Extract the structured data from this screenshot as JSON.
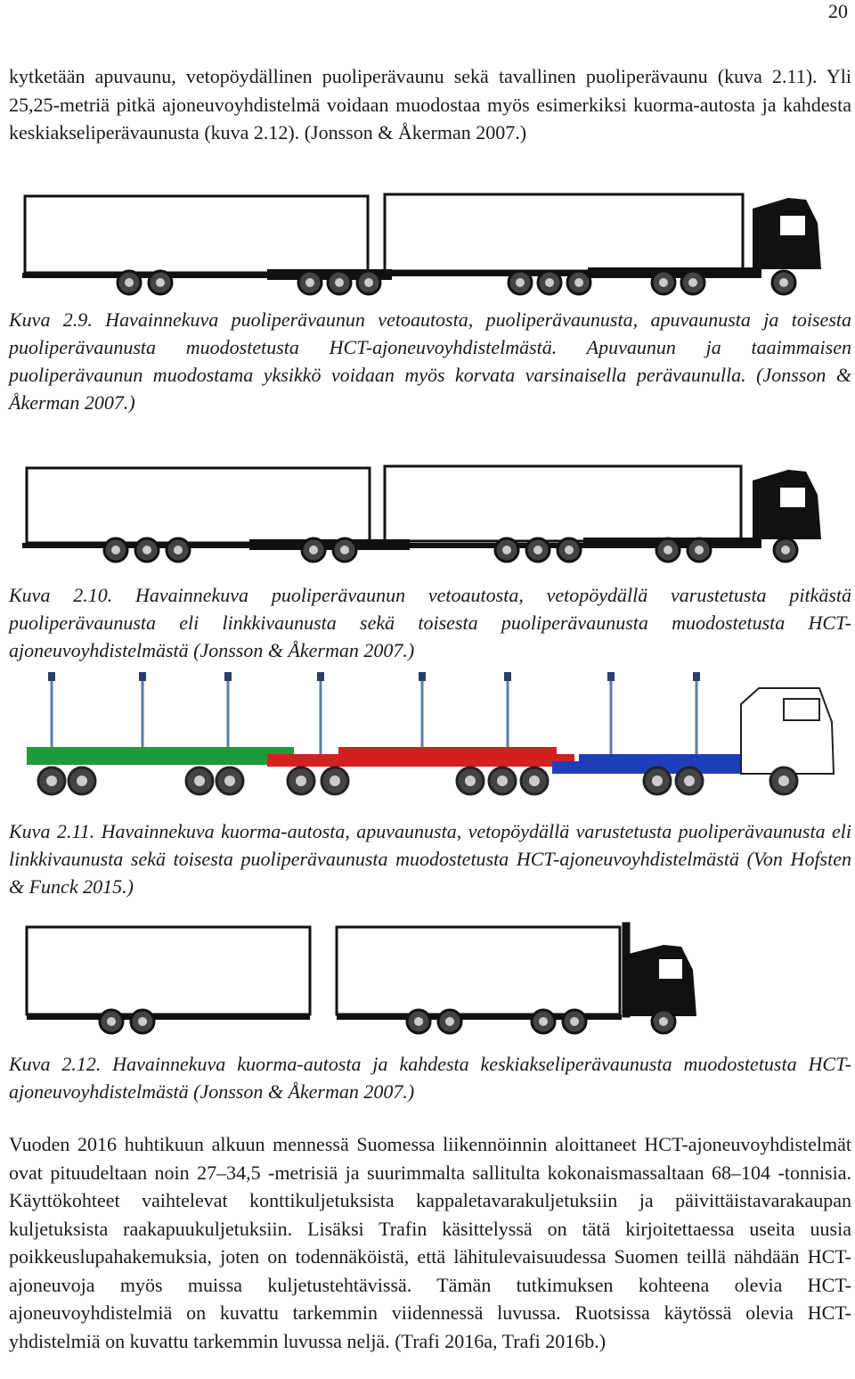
{
  "page_number": "20",
  "intro_text": "kytketään apuvaunu, vetopöydällinen puoliperävaunu sekä tavallinen puoliperävaunu (kuva 2.11). Yli 25,25-metriä pitkä ajoneuvoyhdistelmä voidaan muodostaa myös esimerkiksi kuorma-autosta ja kahdesta keskiakseliperävaunusta (kuva 2.12). (Jonsson & Åkerman 2007.)",
  "figures": [
    {
      "caption": "Kuva 2.9. Havainnekuva puoliperävaunun vetoautosta, puoliperävaunusta, apuvaunusta ja toisesta puoliperävaunusta muodostetusta HCT-ajoneuvoyhdistelmästä. Apuvaunun ja taaimmaisen puoliperävaunun muodostama yksikkö voidaan myös korvata varsinaisella perävaunulla. (Jonsson & Åkerman 2007.)"
    },
    {
      "caption": "Kuva 2.10. Havainnekuva puoliperävaunun vetoautosta, vetopöydällä varustetusta pitkästä puoliperävaunusta eli linkkivaunusta sekä toisesta puoliperävaunusta muodostetusta HCT-ajoneuvoyhdistelmästä (Jonsson & Åkerman 2007.)"
    },
    {
      "caption": "Kuva 2.11. Havainnekuva kuorma-autosta, apuvaunusta, vetopöydällä varustetusta puoliperävaunusta eli linkkivaunusta sekä toisesta puoliperävaunusta muodostetusta HCT-ajoneuvoyhdistelmästä (Von Hofsten & Funck 2015.)"
    },
    {
      "caption": "Kuva 2.12. Havainnekuva kuorma-autosta ja kahdesta keskiakseliperävaunusta muodostetusta HCT-ajoneuvoyhdistelmästä (Jonsson & Åkerman 2007.)"
    }
  ],
  "body_text": "Vuoden 2016 huhtikuun alkuun mennessä Suomessa liikennöinnin aloittaneet HCT-ajoneuvoyhdistelmät ovat pituudeltaan noin 27–34,5 -metrisiä ja suurimmalta sallitulta kokonaismassaltaan 68–104 -tonnisia. Käyttökohteet vaihtelevat konttikuljetuksista kappaletavarakuljetuksiin ja päivittäistavarakaupan kuljetuksista raakapuukuljetuksiin. Lisäksi Trafin käsittelyssä on tätä kirjoitettaessa useita uusia poikkeuslupahakemuksia, joten on todennäköistä, että lähitulevaisuudessa Suomen teillä nähdään HCT-ajoneuvoja myös muissa kuljetustehtävissä. Tämän tutkimuksen kohteena olevia HCT-ajoneuvoyhdistelmiä on kuvattu tarkemmin viidennessä luvussa. Ruotsissa käytössä olevia HCT-yhdistelmiä on kuvattu tarkemmin luvussa neljä. (Trafi 2016a, Trafi 2016b.)",
  "colors": {
    "text": "#1a1a1a",
    "truck_black": "#111111",
    "trailer_green": "#1e9a3a",
    "trailer_red": "#d42020",
    "trailer_blue": "#1f3fb8",
    "stake_blue": "#7aa8d8"
  }
}
